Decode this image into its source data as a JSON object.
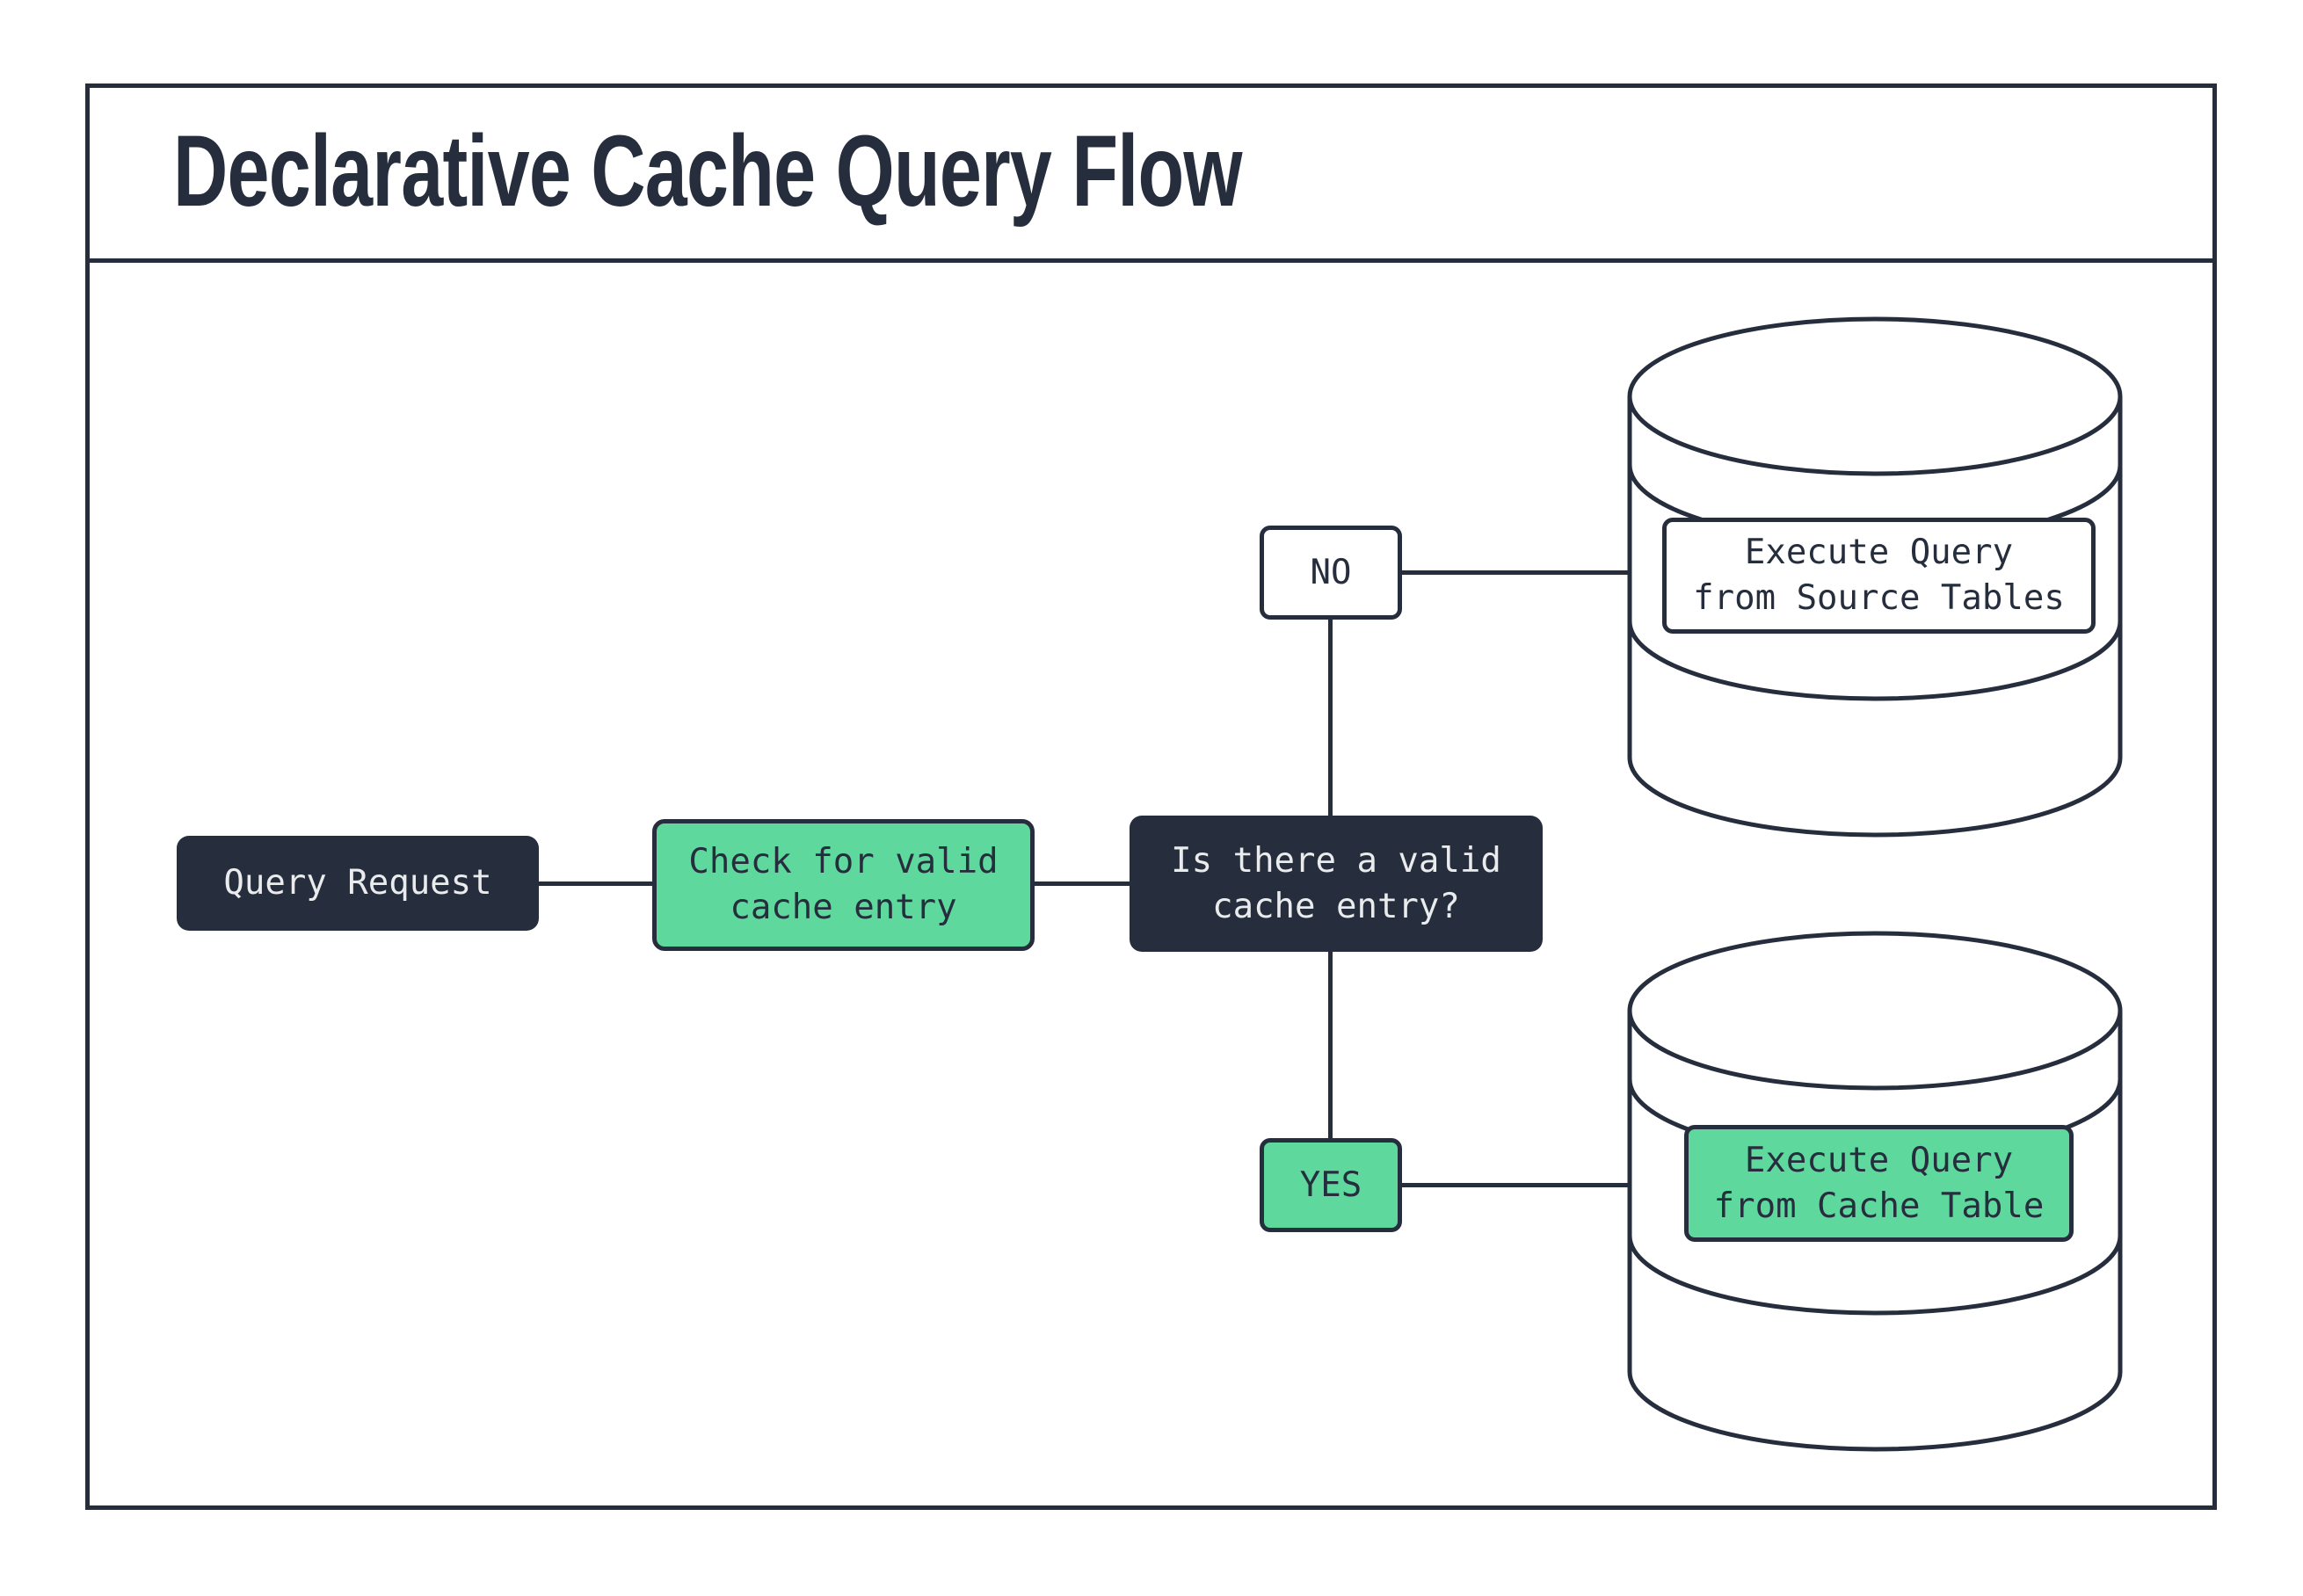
{
  "diagram": {
    "title": "Declarative Cache Query Flow",
    "type": "flowchart",
    "colors": {
      "navy": "#262e3d",
      "green": "#5ed89d",
      "white": "#ffffff",
      "light_text": "#e9ebec"
    },
    "nodes": {
      "query_request": {
        "label": "Query Request"
      },
      "check_cache": {
        "label": "Check for valid\ncache entry"
      },
      "decision": {
        "label": "Is there a valid\ncache entry?"
      },
      "no_branch": {
        "label": "NO"
      },
      "yes_branch": {
        "label": "YES"
      },
      "source_result": {
        "label": "Execute Query\nfrom Source Tables"
      },
      "cache_result": {
        "label": "Execute Query\nfrom Cache Table"
      }
    },
    "edges": [
      {
        "from": "query_request",
        "to": "check_cache"
      },
      {
        "from": "check_cache",
        "to": "decision"
      },
      {
        "from": "decision",
        "to": "no_branch"
      },
      {
        "from": "decision",
        "to": "yes_branch"
      },
      {
        "from": "no_branch",
        "to": "source_result"
      },
      {
        "from": "yes_branch",
        "to": "cache_result"
      }
    ]
  }
}
